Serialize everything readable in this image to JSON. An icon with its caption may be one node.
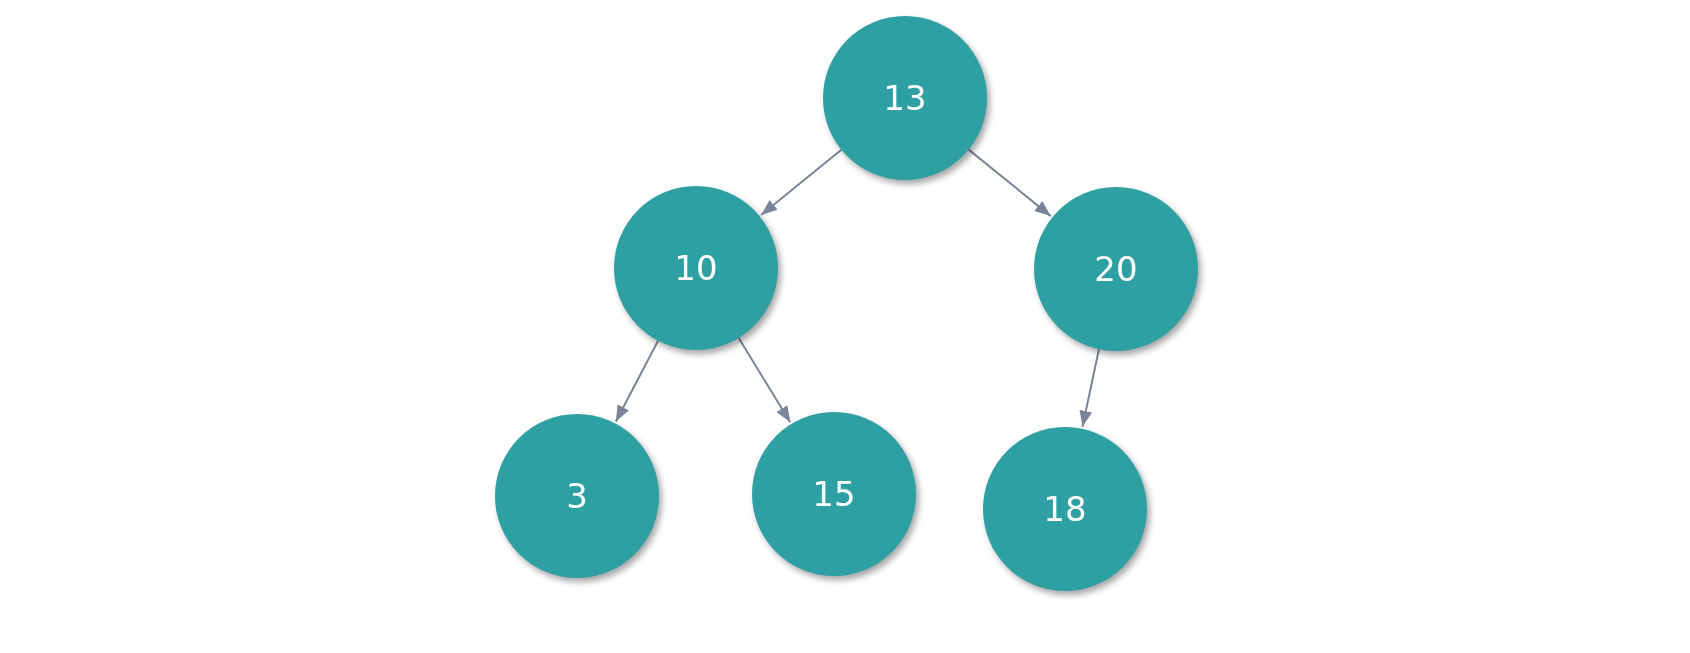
{
  "diagram": {
    "nodes": [
      {
        "text": [
          "13"
        ]
      },
      {
        "text": [
          "10"
        ]
      },
      {
        "text": [
          "20"
        ]
      },
      {
        "text": [
          "3"
        ]
      },
      {
        "text": [
          "15"
        ]
      },
      {
        "text": [
          "18"
        ]
      }
    ],
    "edges": [
      {
        "from": 0,
        "to": 1,
        "arrow": "to"
      },
      {
        "from": 0,
        "to": 2,
        "arrow": "to"
      },
      {
        "from": 1,
        "to": 3,
        "arrow": "to"
      },
      {
        "from": 1,
        "to": 4,
        "arrow": "to"
      },
      {
        "from": 2,
        "to": 5,
        "arrow": "to"
      }
    ]
  }
}
